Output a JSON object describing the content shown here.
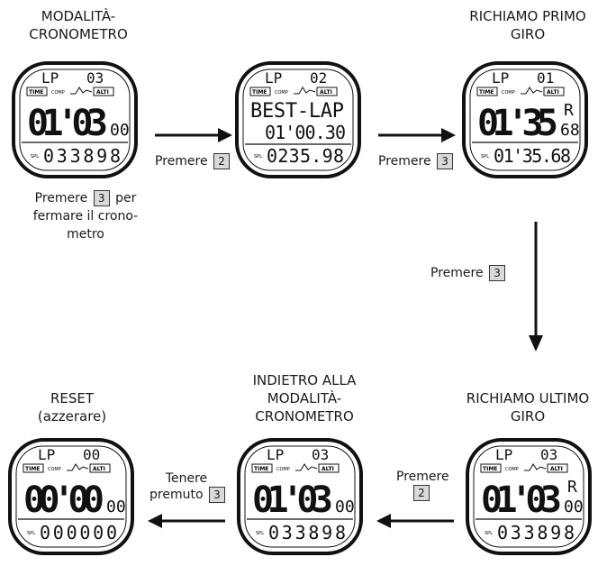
{
  "captions": {
    "mode_stopwatch": [
      "MODALITÀ-",
      "CRONOMETRO"
    ],
    "recall_first_lap": [
      "RICHIAMO PRIMO",
      "GIRO"
    ],
    "reset": [
      "RESET",
      "(azzerare)"
    ],
    "back_to_stopwatch": [
      "INDIETRO ALLA",
      "MODALITÀ-",
      "CRONOMETRO"
    ],
    "recall_last_lap": [
      "RICHIAMO ULTIMO",
      "GIRO"
    ]
  },
  "steps": {
    "to_best_lap": {
      "text": "Premere",
      "key": "2"
    },
    "to_first_lap": {
      "text": "Premere",
      "key": "3"
    },
    "down": {
      "text": "Premere",
      "key": "3"
    },
    "to_back": {
      "line1": "Premere",
      "key": "2"
    },
    "to_reset": {
      "line1": "Tenere",
      "line2": "premuto",
      "key": "3"
    }
  },
  "stop_note": {
    "line1": "Premere",
    "key": "3",
    "line1_suffix": "per",
    "line2": "fermare il crono-",
    "line3": "metro"
  },
  "watches": {
    "w1": {
      "mode": "LP",
      "lap": "03",
      "main": "01'03",
      "small": "00",
      "flag": "",
      "split": "033898",
      "lbl_time": "TIME",
      "lbl_comp": "COMP",
      "lbl_alti": "ALTI",
      "lbl_spl": "SPL"
    },
    "w2": {
      "mode": "LP",
      "lap": "02",
      "text": "BEST-LAP",
      "time": "01'00.30",
      "split": "0235.98",
      "lbl_time": "TIME",
      "lbl_comp": "COMP",
      "lbl_alti": "ALTI",
      "lbl_spl": "SPL"
    },
    "w3": {
      "mode": "LP",
      "lap": "01",
      "main": "01'35",
      "small": "68",
      "flag": "R",
      "split": "01'35.68",
      "lbl_time": "TIME",
      "lbl_comp": "COMP",
      "lbl_alti": "ALTI",
      "lbl_spl": "SPL"
    },
    "w4": {
      "mode": "LP",
      "lap": "00",
      "main": "00'00",
      "small": "00",
      "flag": "",
      "split": "000000",
      "lbl_time": "TIME",
      "lbl_comp": "COMP",
      "lbl_alti": "ALTI",
      "lbl_spl": "SPL"
    },
    "w5": {
      "mode": "LP",
      "lap": "03",
      "main": "01'03",
      "small": "00",
      "flag": "",
      "split": "033898",
      "lbl_time": "TIME",
      "lbl_comp": "COMP",
      "lbl_alti": "ALTI",
      "lbl_spl": "SPL"
    },
    "w6": {
      "mode": "LP",
      "lap": "03",
      "main": "01'03",
      "small": "00",
      "flag": "R",
      "split": "033898",
      "lbl_time": "TIME",
      "lbl_comp": "COMP",
      "lbl_alti": "ALTI",
      "lbl_spl": "SPL"
    }
  }
}
